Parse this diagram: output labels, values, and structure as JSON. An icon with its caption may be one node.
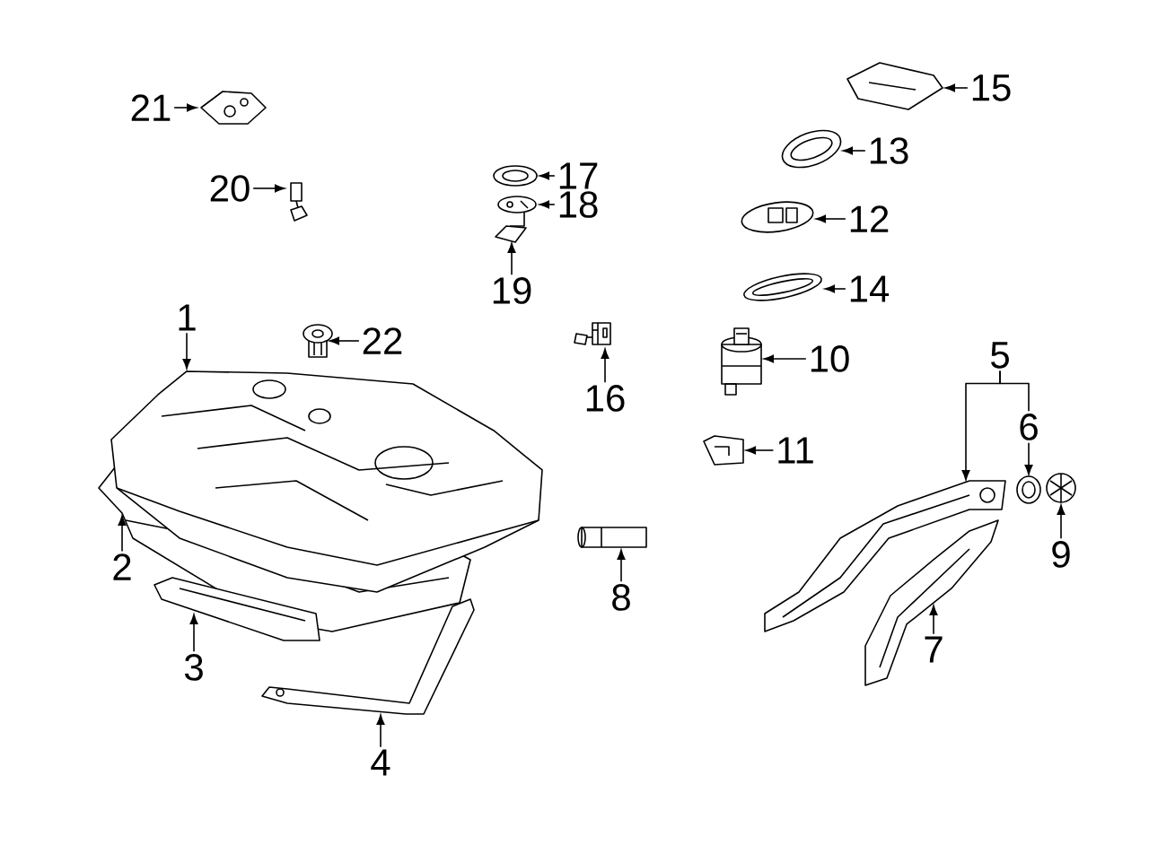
{
  "diagram": {
    "nodes": [
      {
        "text": [
          "1"
        ]
      },
      {
        "text": [
          "2"
        ]
      },
      {
        "text": [
          "3"
        ]
      },
      {
        "text": [
          "4"
        ]
      },
      {
        "text": [
          "5"
        ]
      },
      {
        "text": [
          "6"
        ]
      },
      {
        "text": [
          "7"
        ]
      },
      {
        "text": [
          "8"
        ]
      },
      {
        "text": [
          "9"
        ]
      },
      {
        "text": [
          "10"
        ]
      },
      {
        "text": [
          "11"
        ]
      },
      {
        "text": [
          "12"
        ]
      },
      {
        "text": [
          "13"
        ]
      },
      {
        "text": [
          "14"
        ]
      },
      {
        "text": [
          "15"
        ]
      },
      {
        "text": [
          "16"
        ]
      },
      {
        "text": [
          "17"
        ]
      },
      {
        "text": [
          "18"
        ]
      },
      {
        "text": [
          "19"
        ]
      },
      {
        "text": [
          "20"
        ]
      },
      {
        "text": [
          "21"
        ]
      },
      {
        "text": [
          "22"
        ]
      },
      {
        "text": [],
        "shape": "picture"
      },
      {
        "text": [],
        "shape": "picture"
      },
      {
        "text": [],
        "shape": "picture"
      },
      {
        "text": [],
        "shape": "picture"
      },
      {
        "text": [],
        "shape": "picture"
      },
      {
        "text": [],
        "shape": "picture"
      },
      {
        "text": [],
        "shape": "picture"
      },
      {
        "text": [],
        "shape": "picture"
      },
      {
        "text": [],
        "shape": "picture"
      },
      {
        "text": [],
        "shape": "picture"
      },
      {
        "text": [],
        "shape": "picture"
      },
      {
        "text": [],
        "shape": "picture"
      },
      {
        "text": [],
        "shape": "picture"
      },
      {
        "text": [],
        "shape": "picture"
      },
      {
        "text": [],
        "shape": "picture"
      },
      {
        "text": [],
        "shape": "picture"
      },
      {
        "text": [],
        "shape": "picture"
      },
      {
        "text": [],
        "shape": "picture"
      },
      {
        "text": [],
        "shape": "picture"
      },
      {
        "text": [],
        "shape": "picture"
      },
      {
        "text": [],
        "shape": "picture"
      },
      {
        "text": [],
        "shape": "picture"
      }
    ],
    "edges": [
      {
        "from": 0,
        "to": 22,
        "arrow": "to"
      },
      {
        "from": 1,
        "to": 23,
        "arrow": "to"
      },
      {
        "from": 2,
        "to": 24,
        "arrow": "to"
      },
      {
        "from": 3,
        "to": 25,
        "arrow": "to"
      },
      {
        "from": 4,
        "to": 26,
        "arrow": "to"
      },
      {
        "from": 4,
        "to": 5,
        "arrow": "none"
      },
      {
        "from": 5,
        "to": 27,
        "arrow": "to"
      },
      {
        "from": 6,
        "to": 28,
        "arrow": "to"
      },
      {
        "from": 7,
        "to": 29,
        "arrow": "to"
      },
      {
        "from": 8,
        "to": 30,
        "arrow": "to"
      },
      {
        "from": 9,
        "to": 31,
        "arrow": "to"
      },
      {
        "from": 10,
        "to": 32,
        "arrow": "to"
      },
      {
        "from": 11,
        "to": 33,
        "arrow": "to"
      },
      {
        "from": 12,
        "to": 34,
        "arrow": "to"
      },
      {
        "from": 13,
        "to": 35,
        "arrow": "to"
      },
      {
        "from": 14,
        "to": 36,
        "arrow": "to"
      },
      {
        "from": 15,
        "to": 37,
        "arrow": "to"
      },
      {
        "from": 16,
        "to": 38,
        "arrow": "to"
      },
      {
        "from": 17,
        "to": 39,
        "arrow": "to"
      },
      {
        "from": 18,
        "to": 40,
        "arrow": "to"
      },
      {
        "from": 19,
        "to": 41,
        "arrow": "to"
      },
      {
        "from": 20,
        "to": 42,
        "arrow": "to"
      },
      {
        "from": 21,
        "to": 43,
        "arrow": "to"
      }
    ]
  }
}
